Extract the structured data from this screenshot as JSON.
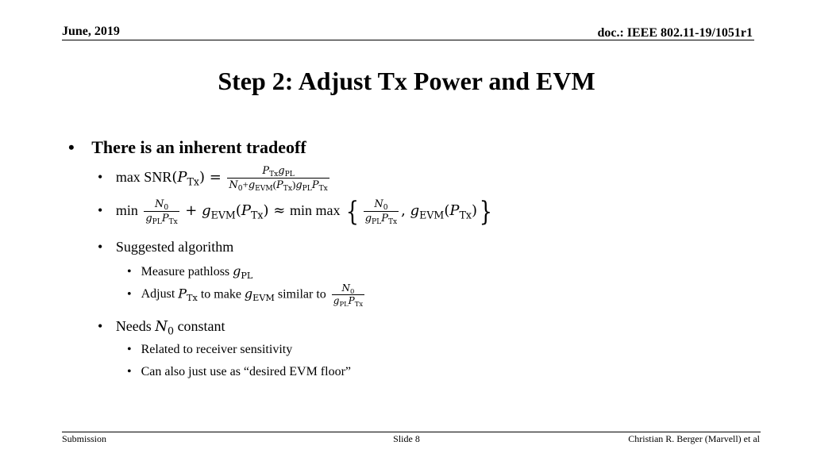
{
  "header": {
    "date": "June, 2019",
    "doc_id": "doc.: IEEE 802.11-19/1051r1"
  },
  "slide": {
    "title": "Step 2: Adjust Tx Power and EVM",
    "bullet1": "There is an inherent tradeoff",
    "eq1_prefix": "max SNR",
    "eq2_min1": "min",
    "eq2_min2": "min max",
    "bullet_alg": "Suggested algorithm",
    "alg_measure": "Measure pathloss",
    "alg_adjust_a": "Adjust",
    "alg_adjust_b": "to make",
    "alg_adjust_c": "similar to",
    "bullet_needs_a": "Needs",
    "bullet_needs_b": "constant",
    "needs_sub1": "Related to receiver sensitivity",
    "needs_sub2": "Can also just use as “desired EVM floor”"
  },
  "footer": {
    "left": "Submission",
    "center": "Slide 8",
    "right": "Christian R. Berger (Marvell) et al"
  }
}
